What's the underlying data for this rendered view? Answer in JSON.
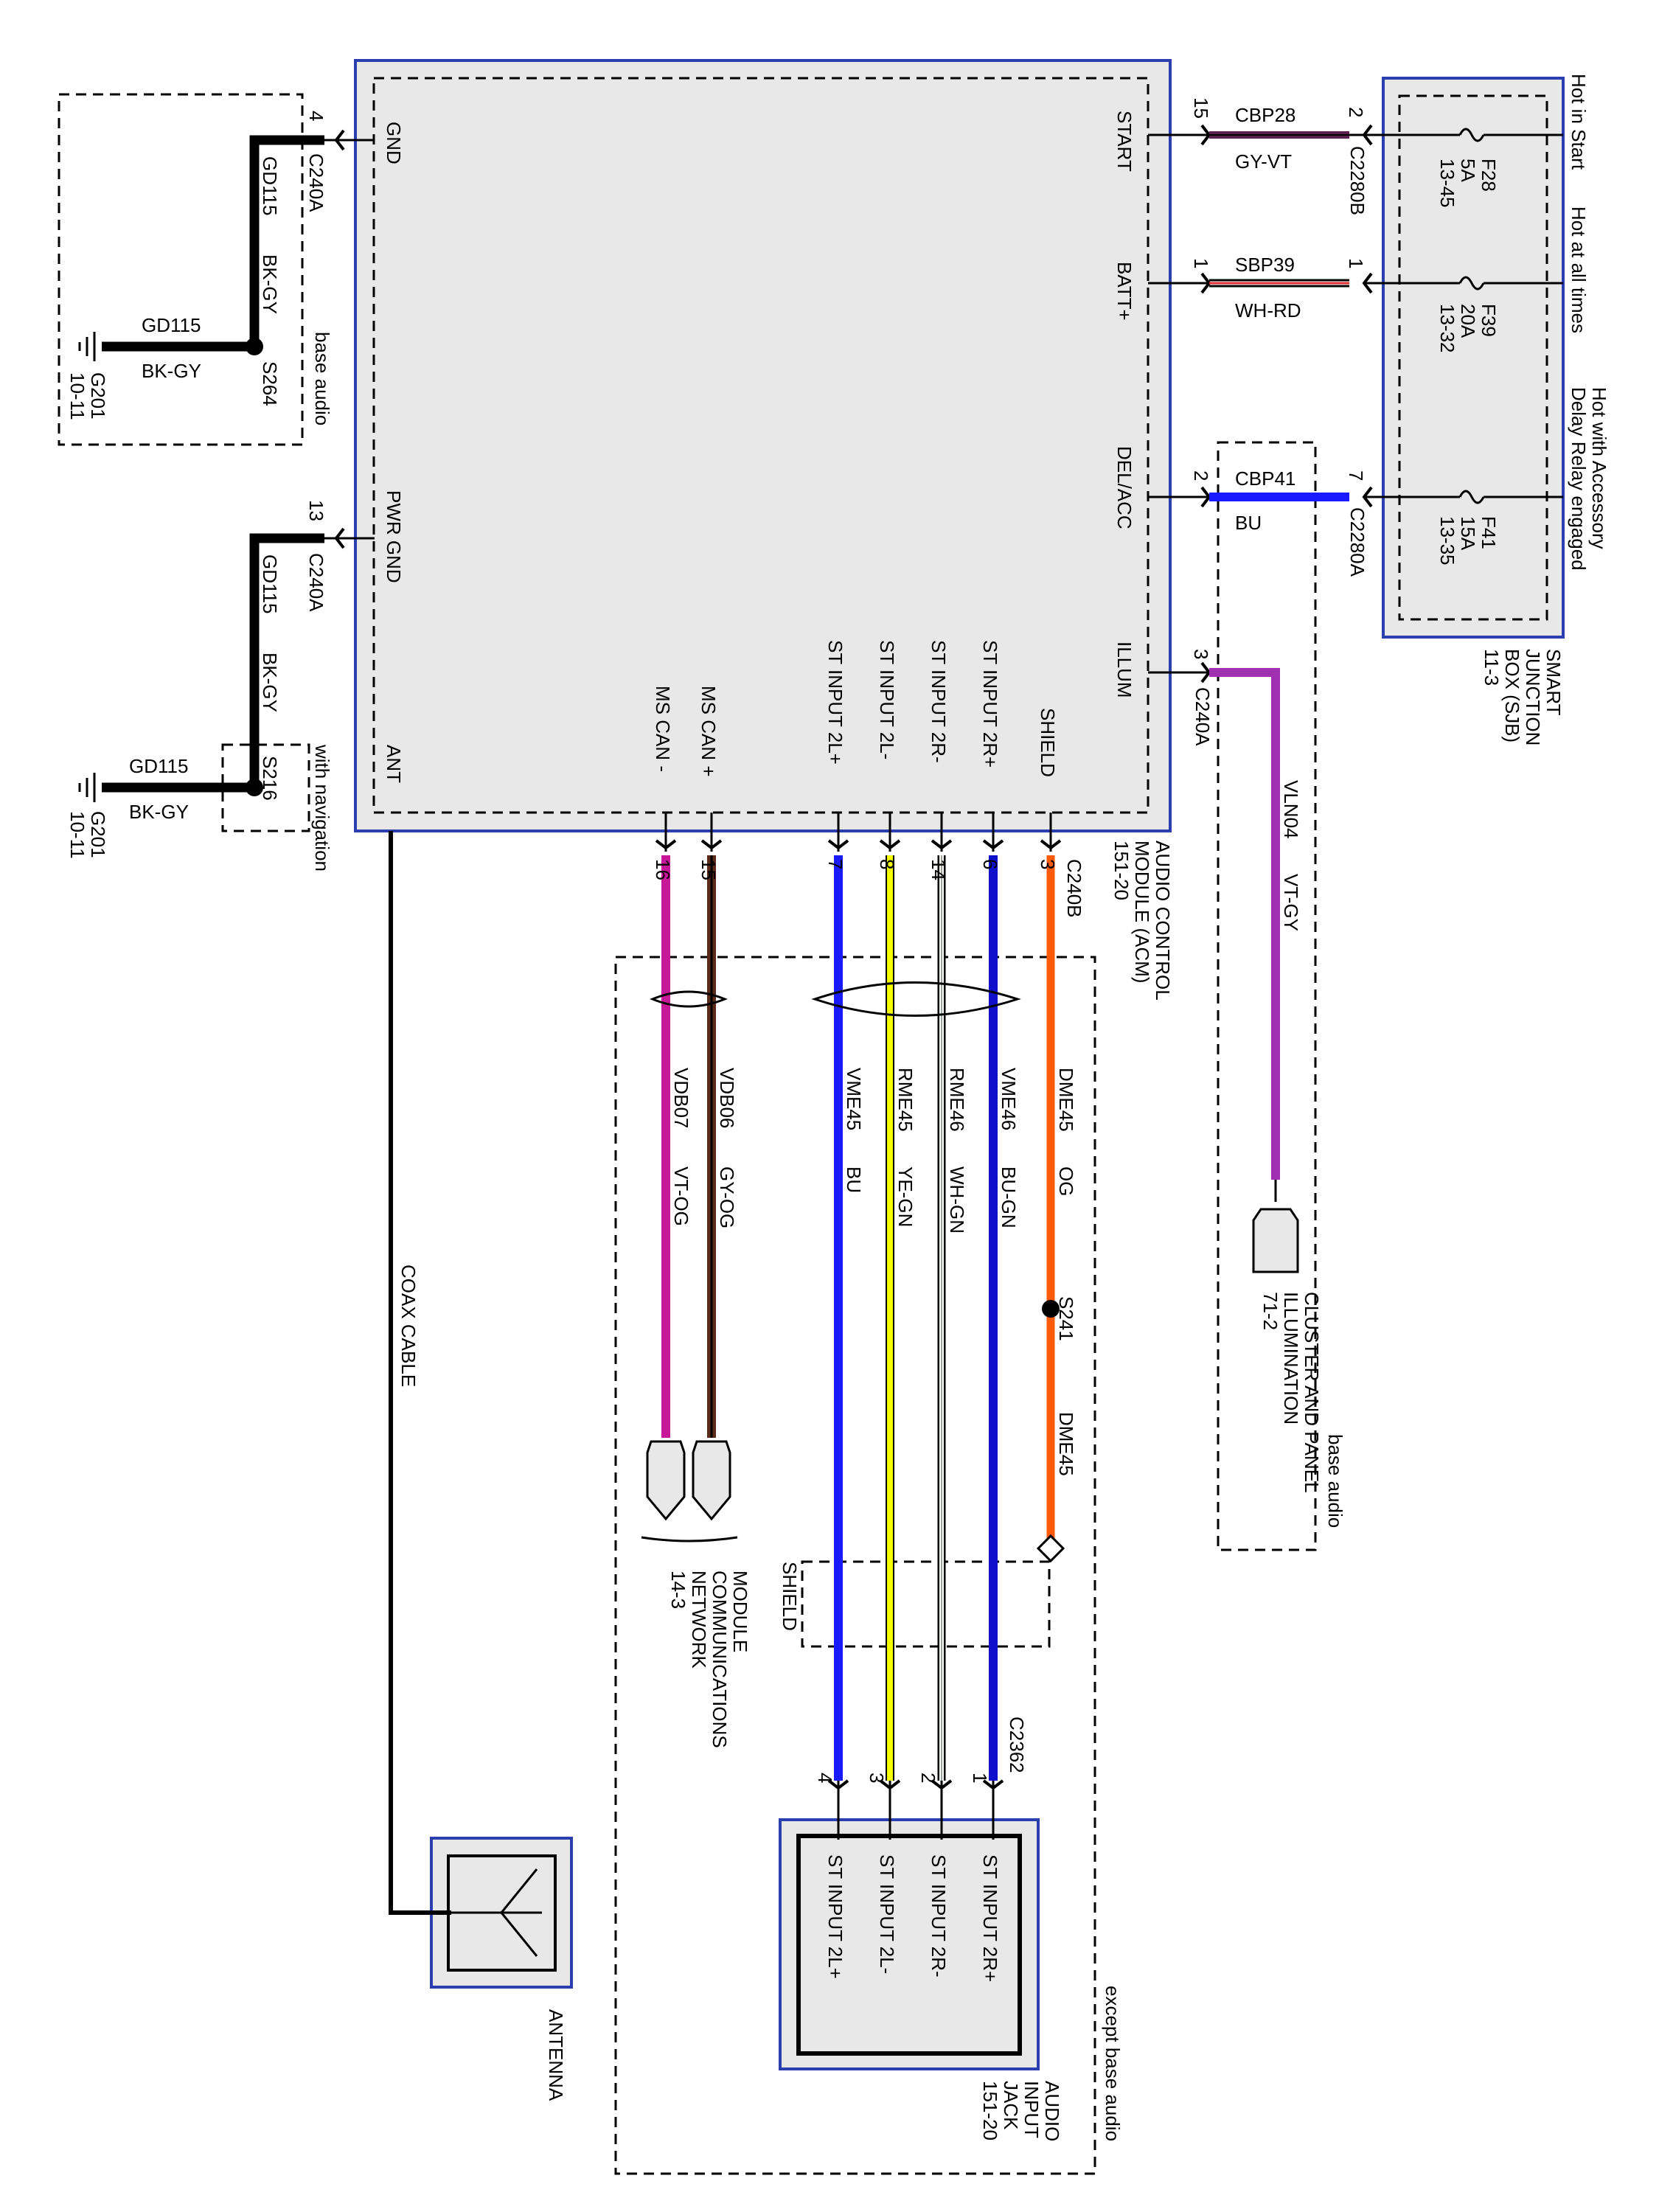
{
  "colors": {
    "blue_frame": "#2b3fae",
    "module_fill": "#e8e8e8",
    "ground_wire": "#000000",
    "vt_og": "#c8189a",
    "gy_og": "#5a2a1a",
    "bu": "#1a1aff",
    "ye_gn": "#f4ff00",
    "wh_gn": "#9aa39a",
    "bu_gn": "#1010cc",
    "og": "#ff5a0a",
    "vt_gy": "#a030b0",
    "gy_vt": "#5a2050",
    "wh_rd": "#e03030",
    "cbp41_bu": "#1a1aff"
  },
  "acm": {
    "title": [
      "AUDIO CONTROL",
      "MODULE (ACM)",
      "151-20"
    ],
    "pins": {
      "start": "START",
      "batt": "BATT+",
      "delacc": "DEL/ACC",
      "illum": "ILLUM",
      "gnd": "GND",
      "pwrgnd": "PWR GND",
      "ant": "ANT",
      "shield": "SHIELD",
      "in2rp": "ST INPUT 2R+",
      "in2rm": "ST INPUT 2R-",
      "in2lm": "ST INPUT 2L-",
      "in2lp": "ST INPUT 2L+",
      "mscanp": "MS CAN +",
      "mscanm": "MS CAN -"
    }
  },
  "sjb": {
    "title": [
      "SMART",
      "JUNCTION",
      "BOX (SJB)",
      "11-3"
    ],
    "feeds": {
      "start": "Hot in Start",
      "batt": "Hot at all times",
      "acc": [
        "Hot with Accessory",
        "Delay Relay engaged"
      ]
    },
    "fuses": [
      {
        "name": "F28",
        "amps": "5A",
        "ref": "13-45"
      },
      {
        "name": "F39",
        "amps": "20A",
        "ref": "13-32"
      },
      {
        "name": "F41",
        "amps": "15A",
        "ref": "13-35"
      }
    ]
  },
  "supply_circuits": [
    {
      "circuit": "CBP28",
      "color": "GY-VT",
      "pin_acm": "15",
      "pin_sjb": "2",
      "connector": "C2280B"
    },
    {
      "circuit": "SBP39",
      "color": "WH-RD",
      "pin_acm": "1",
      "pin_sjb": "1",
      "connector": ""
    },
    {
      "circuit": "CBP41",
      "color": "BU",
      "pin_acm": "2",
      "pin_sjb": "7",
      "connector": "C2280A"
    }
  ],
  "illum": {
    "pin": "3",
    "connector": "C240A",
    "circuit": "VLN04",
    "color": "VT-GY",
    "dest": [
      "CLUSTER AND PANEL",
      "ILLUMINATION",
      "71-2"
    ],
    "note": "base audio"
  },
  "grounds": {
    "top": {
      "pin": "4",
      "connector": "C240A",
      "circuit": "GD115",
      "color": "BK-GY",
      "splice": "S264",
      "note": "base audio",
      "ground": "G201",
      "ref": "10-11"
    },
    "bottom": {
      "pin": "13",
      "connector": "C240A",
      "circuit": "GD115",
      "color": "BK-GY",
      "splice": "S216",
      "note": "with navigation",
      "ground": "G201",
      "ref": "10-11"
    }
  },
  "audio_wires": {
    "connector": "C240B",
    "wires": [
      {
        "pin": "3",
        "circuit": "DME45",
        "color": "OG"
      },
      {
        "pin": "6",
        "circuit": "VME46",
        "color": "BU-GN"
      },
      {
        "pin": "14",
        "circuit": "RME46",
        "color": "WH-GN"
      },
      {
        "pin": "8",
        "circuit": "RME45",
        "color": "YE-GN"
      },
      {
        "pin": "7",
        "circuit": "VME45",
        "color": "BU"
      }
    ],
    "splice": "S241",
    "splice_circuit": "DME45",
    "shield": "SHIELD",
    "jack_connector": "C2362",
    "jack_pins": [
      "1",
      "2",
      "3",
      "4"
    ]
  },
  "can_wires": [
    {
      "pin": "15",
      "circuit": "VDB06",
      "color": "GY-OG"
    },
    {
      "pin": "16",
      "circuit": "VDB07",
      "color": "VT-OG"
    }
  ],
  "module_comm": [
    "MODULE",
    "COMMUNICATIONS",
    "NETWORK",
    "14-3"
  ],
  "except_base": "except base audio",
  "jack": {
    "title": [
      "AUDIO",
      "INPUT",
      "JACK",
      "151-20"
    ],
    "pins": [
      "ST INPUT 2R+",
      "ST INPUT 2R-",
      "ST INPUT 2L-",
      "ST INPUT 2L+"
    ]
  },
  "coax": "COAX CABLE",
  "antenna": "ANTENNA"
}
